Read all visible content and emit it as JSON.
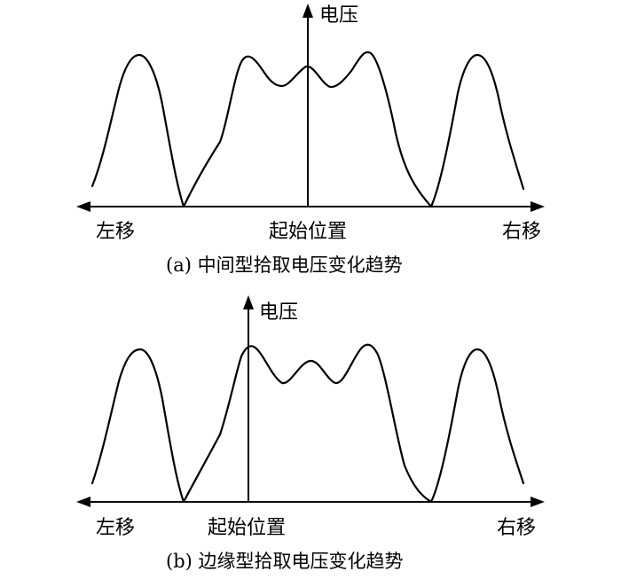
{
  "panel_a": {
    "y_axis_label": "电压",
    "left_label": "左移",
    "center_label": "起始位置",
    "right_label": "右移",
    "caption": "(a) 中间型拾取电压变化趋势"
  },
  "panel_b": {
    "y_axis_label": "电压",
    "left_label": "左移",
    "center_label": "起始位置",
    "right_label": "右移",
    "caption": "(b) 边缘型拾取电压变化趋势"
  }
}
